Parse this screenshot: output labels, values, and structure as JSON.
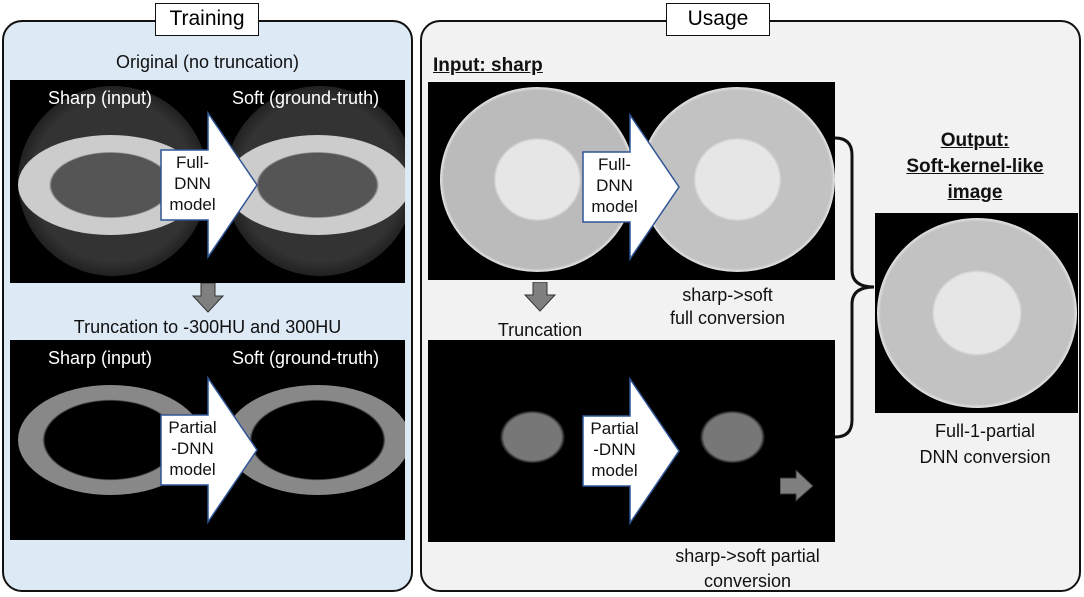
{
  "training": {
    "title": "Training",
    "original_heading": "Original (no truncation)",
    "sharp_label": "Sharp (input)",
    "soft_label": "Soft (ground-truth)",
    "full_model": [
      "Full-",
      "DNN",
      "model"
    ],
    "truncation_heading": "Truncation to -300HU and 300HU",
    "sharp_label2": "Sharp (input)",
    "soft_label2": "Soft (ground-truth)",
    "partial_model": [
      "Partial",
      "-DNN",
      "model"
    ]
  },
  "usage": {
    "title": "Usage",
    "input_heading": "Input: sharp",
    "full_model": [
      "Full-",
      "DNN",
      "model"
    ],
    "full_caption": [
      "sharp->soft",
      "full conversion"
    ],
    "truncation": "Truncation",
    "partial_model": [
      "Partial",
      "-DNN",
      "model"
    ],
    "partial_caption": [
      "sharp->soft partial",
      "conversion"
    ],
    "output_heading": [
      "Output:",
      "Soft-kernel-like",
      "image"
    ],
    "output_caption": [
      "Full-1-partial",
      "DNN conversion"
    ]
  },
  "colors": {
    "training_bg": "#dde9f5",
    "usage_bg": "#f2f2f2",
    "arrow_border": "#2f5597",
    "gray_arrow": "#7f7f7f"
  }
}
